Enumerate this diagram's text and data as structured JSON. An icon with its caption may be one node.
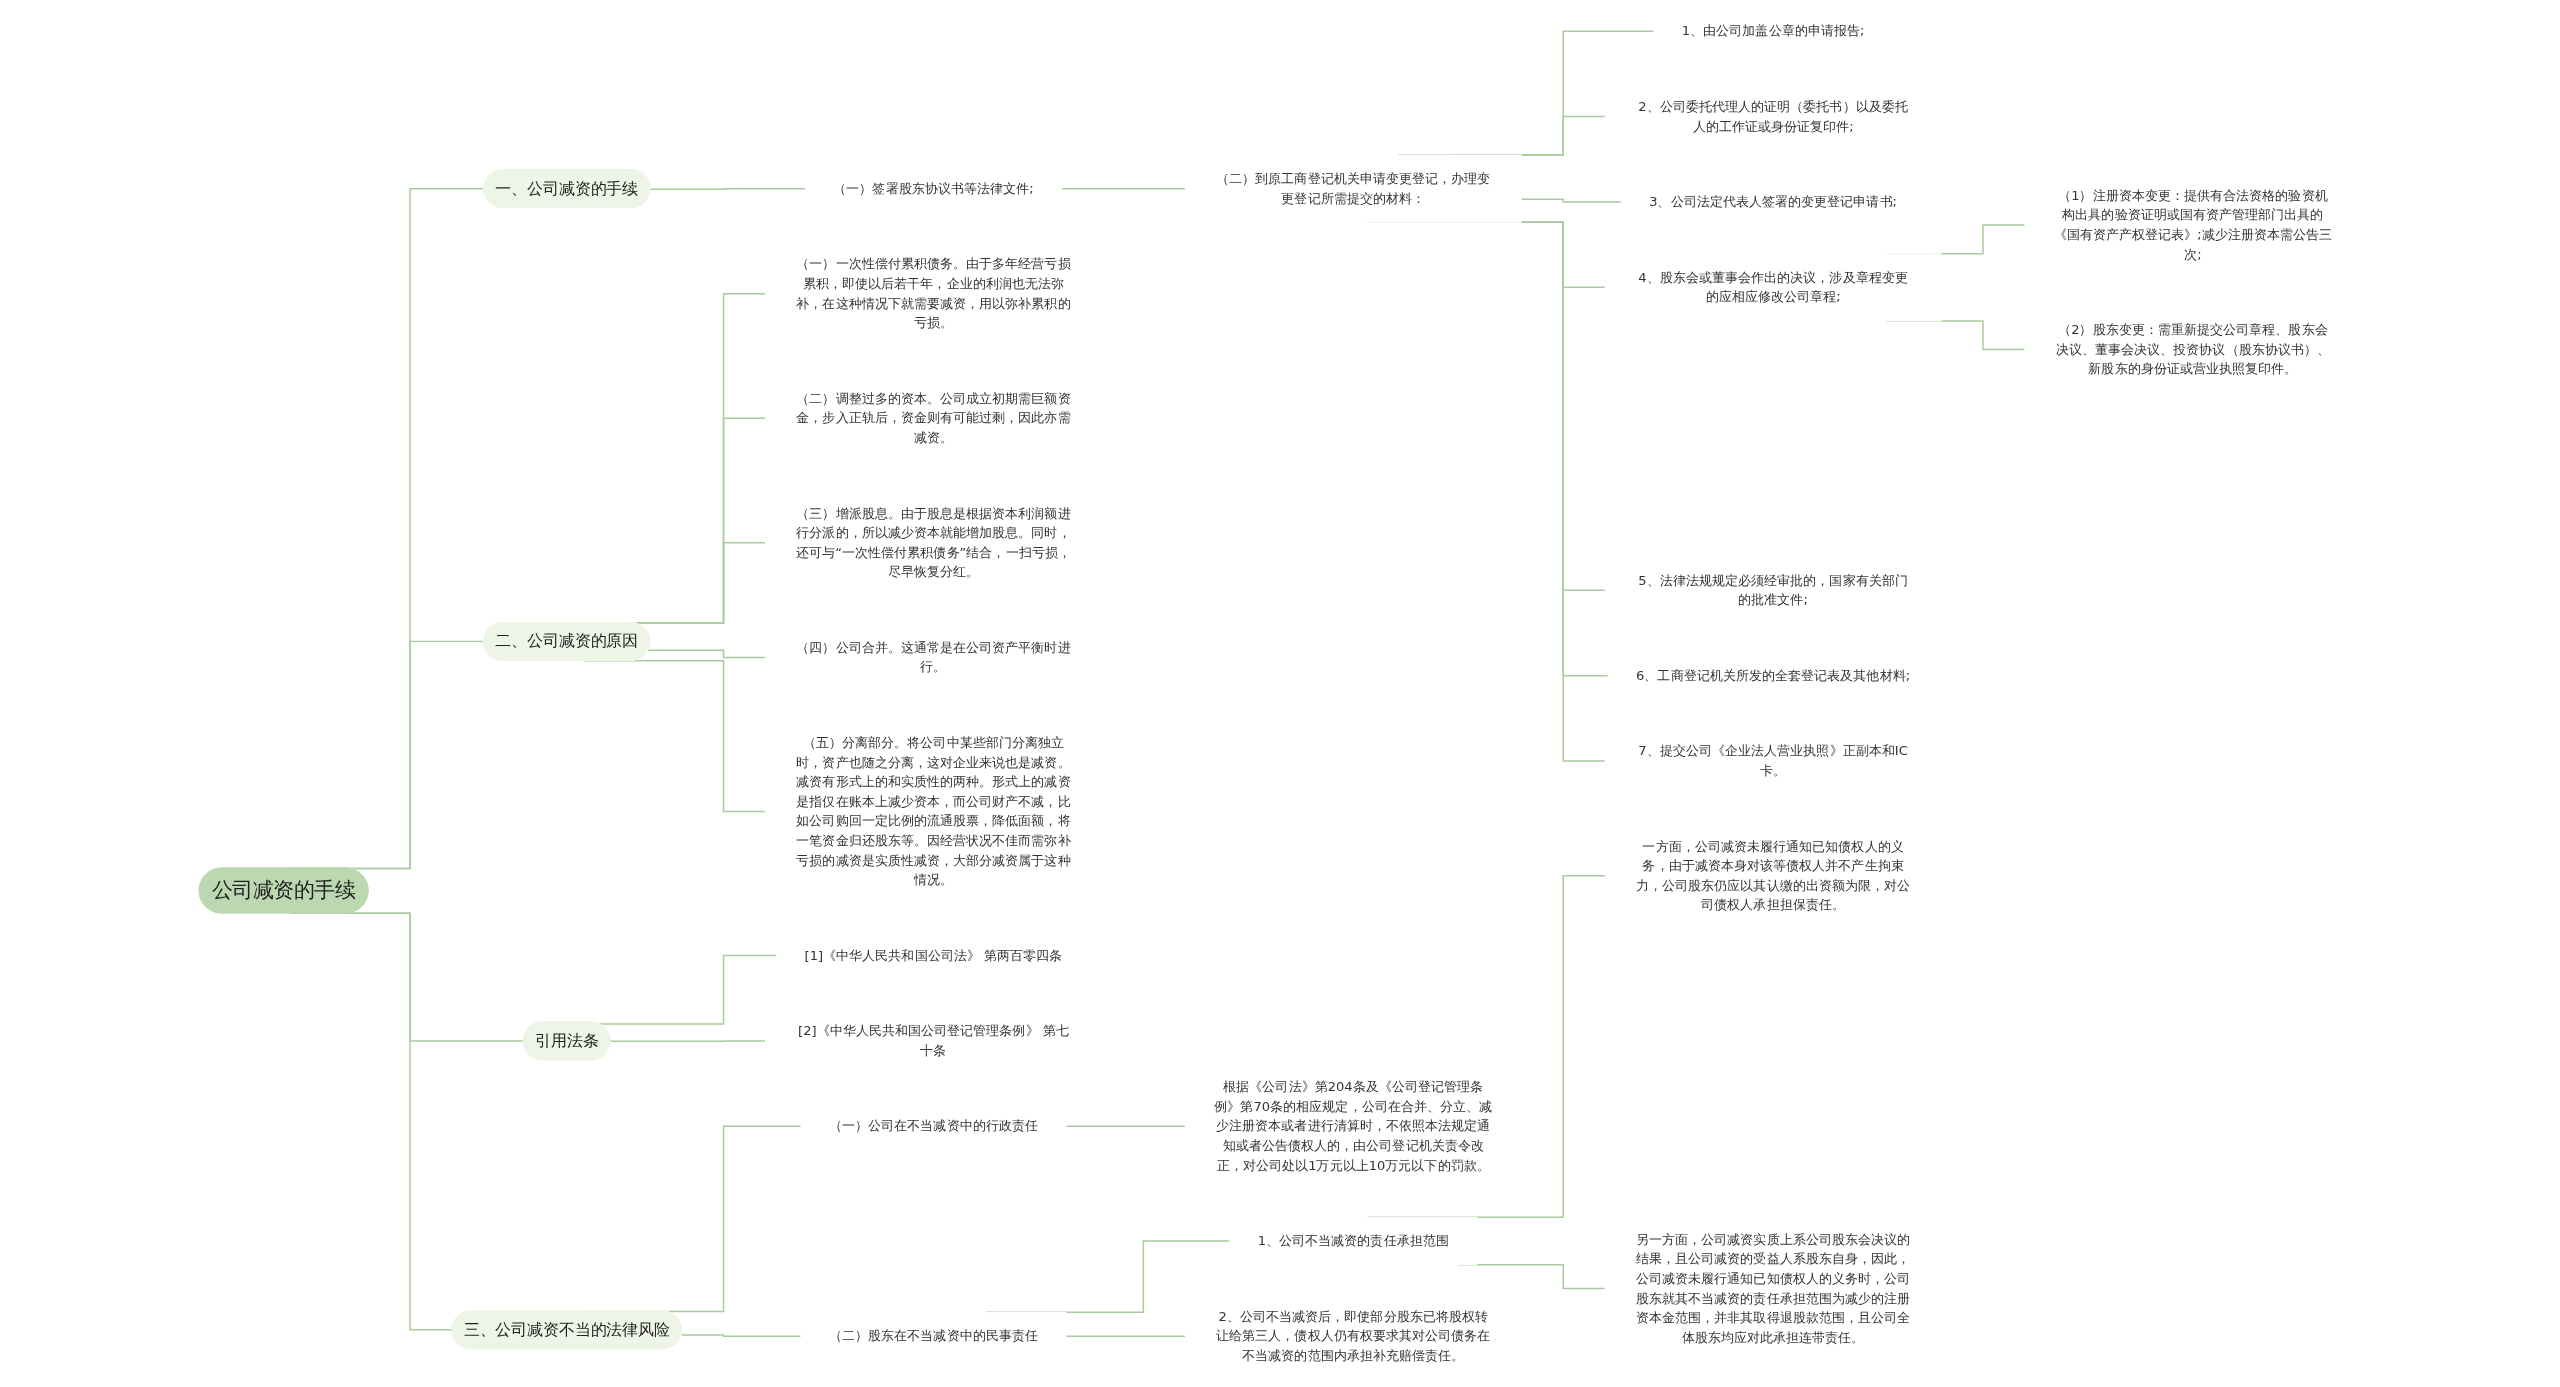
{
  "diagram": {
    "nodes": [
      {
        "text": [
          "公司减资的手续"
        ]
      },
      {
        "text": [
          "一、公司减资的手续"
        ]
      },
      {
        "text": [
          "（一）签署股东协议书等法律文件;"
        ]
      },
      {
        "text": [
          "（二）到原工商登记机关申请变更登记，办理变更登记所需提交的材料："
        ]
      },
      {
        "text": [
          "1、由公司加盖公章的申请报告;"
        ]
      },
      {
        "text": [
          "2、公司委托代理人的证明（委托书）以及委托人的工作证或身份证复印件;"
        ]
      },
      {
        "text": [
          "3、公司法定代表人签署的变更登记申请书;"
        ]
      },
      {
        "text": [
          "4、股东会或董事会作出的决议，涉及章程变更的应相应修改公司章程;"
        ]
      },
      {
        "text": [
          "（1）注册资本变更：提供有合法资格的验资机构出具的验资证明或国有资产管理部门出具的《国有资产产权登记表》;减少注册资本需公告三次;"
        ]
      },
      {
        "text": [
          "（2）股东变更：需重新提交公司章程、股东会决议、董事会决议、投资协议（股东协议书）、新股东的身份证或营业执照复印件。"
        ]
      },
      {
        "text": [
          "5、法律法规规定必须经审批的，国家有关部门的批准文件;"
        ]
      },
      {
        "text": [
          "6、工商登记机关所发的全套登记表及其他材料;"
        ]
      },
      {
        "text": [
          "7、提交公司《企业法人营业执照》正副本和IC卡。"
        ]
      },
      {
        "text": [
          "二、公司减资的原因"
        ]
      },
      {
        "text": [
          "（一）一次性偿付累积债务。由于多年经营亏损累积，即使以后若干年，企业的利润也无法弥补，在这种情况下就需要减资，用以弥补累积的亏损。"
        ]
      },
      {
        "text": [
          "（二）调整过多的资本。公司成立初期需巨额资金，步入正轨后，资金则有可能过剩，因此亦需减资。"
        ]
      },
      {
        "text": [
          "（三）增派股息。由于股息是根据资本利润额进行分派的，所以减少资本就能增加股息。同时，还可与“一次性偿付累积债务”结合，一扫亏损，尽早恢复分红。"
        ]
      },
      {
        "text": [
          "（四）公司合并。这通常是在公司资产平衡时进行。"
        ]
      },
      {
        "text": [
          "（五）分离部分。将公司中某些部门分离独立时，资产也随之分离，这对企业来说也是减资。减资有形式上的和实质性的两种。形式上的减资是指仅在账本上减少资本，而公司财产不减，比如公司购回一定比例的流通股票，降低面额，将一笔资金归还股东等。因经营状况不佳而需弥补亏损的减资是实质性减资，大部分减资属于这种情况。"
        ]
      },
      {
        "text": [
          "引用法条"
        ]
      },
      {
        "text": [
          "[1]《中华人民共和国公司法》 第两百零四条"
        ]
      },
      {
        "text": [
          "[2]《中华人民共和国公司登记管理条例》 第七十条"
        ]
      },
      {
        "text": [
          "三、公司减资不当的法律风险"
        ]
      },
      {
        "text": [
          "（一）公司在不当减资中的行政责任"
        ]
      },
      {
        "text": [
          "根据《公司法》第204条及《公司登记管理条例》第70条的相应规定，公司在合并、分立、减少注册资本或者进行清算时，不依照本法规定通知或者公告债权人的，由公司登记机关责令改正，对公司处以1万元以上10万元以下的罚款。"
        ]
      },
      {
        "text": [
          "（二）股东在不当减资中的民事责任"
        ]
      },
      {
        "text": [
          "1、公司不当减资的责任承担范围"
        ]
      },
      {
        "text": [
          "一方面，公司减资未履行通知已知债权人的义务，由于减资本身对该等债权人并不产生拘束力，公司股东仍应以其认缴的出资额为限，对公司债权人承担担保责任。"
        ]
      },
      {
        "text": [
          "另一方面，公司减资实质上系公司股东会决议的结果，且公司减资的受益人系股东自身，因此，公司减资未履行通知已知债权人的义务时，公司股东就其不当减资的责任承担范围为减少的注册资本金范围，并非其取得退股款范围，且公司全体股东均应对此承担连带责任。"
        ]
      },
      {
        "text": [
          "2、公司不当减资后，即使部分股东已将股权转让给第三人，债权人仍有权要求其对公司债务在不当减资的范围内承担补充赔偿责任。"
        ]
      }
    ],
    "edges": [
      {
        "from": 0,
        "to": 1,
        "arrow": "none"
      },
      {
        "from": 1,
        "to": 2,
        "arrow": "none"
      },
      {
        "from": 2,
        "to": 3,
        "arrow": "none"
      },
      {
        "from": 3,
        "to": 4,
        "arrow": "none"
      },
      {
        "from": 3,
        "to": 5,
        "arrow": "none"
      },
      {
        "from": 3,
        "to": 6,
        "arrow": "none"
      },
      {
        "from": 3,
        "to": 7,
        "arrow": "none"
      },
      {
        "from": 7,
        "to": 8,
        "arrow": "none"
      },
      {
        "from": 7,
        "to": 9,
        "arrow": "none"
      },
      {
        "from": 3,
        "to": 10,
        "arrow": "none"
      },
      {
        "from": 3,
        "to": 11,
        "arrow": "none"
      },
      {
        "from": 3,
        "to": 12,
        "arrow": "none"
      },
      {
        "from": 0,
        "to": 13,
        "arrow": "none"
      },
      {
        "from": 13,
        "to": 14,
        "arrow": "none"
      },
      {
        "from": 13,
        "to": 15,
        "arrow": "none"
      },
      {
        "from": 13,
        "to": 16,
        "arrow": "none"
      },
      {
        "from": 13,
        "to": 17,
        "arrow": "none"
      },
      {
        "from": 13,
        "to": 18,
        "arrow": "none"
      },
      {
        "from": 0,
        "to": 19,
        "arrow": "none"
      },
      {
        "from": 19,
        "to": 20,
        "arrow": "none"
      },
      {
        "from": 19,
        "to": 21,
        "arrow": "none"
      },
      {
        "from": 0,
        "to": 22,
        "arrow": "none"
      },
      {
        "from": 22,
        "to": 23,
        "arrow": "none"
      },
      {
        "from": 23,
        "to": 24,
        "arrow": "none"
      },
      {
        "from": 22,
        "to": 25,
        "arrow": "none"
      },
      {
        "from": 25,
        "to": 26,
        "arrow": "none"
      },
      {
        "from": 26,
        "to": 27,
        "arrow": "none"
      },
      {
        "from": 26,
        "to": 28,
        "arrow": "none"
      },
      {
        "from": 25,
        "to": 29,
        "arrow": "none"
      }
    ]
  }
}
